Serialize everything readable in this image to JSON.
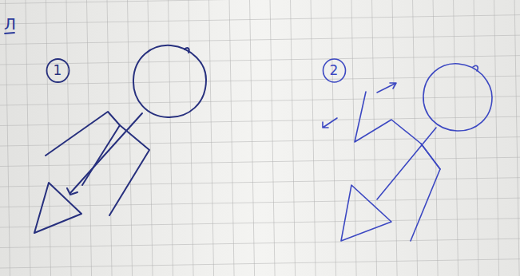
{
  "diagram": {
    "nodes": [
      {
        "text": [
          "1"
        ]
      },
      {
        "text": [
          "2"
        ]
      }
    ],
    "labels": [
      "Л"
    ]
  }
}
